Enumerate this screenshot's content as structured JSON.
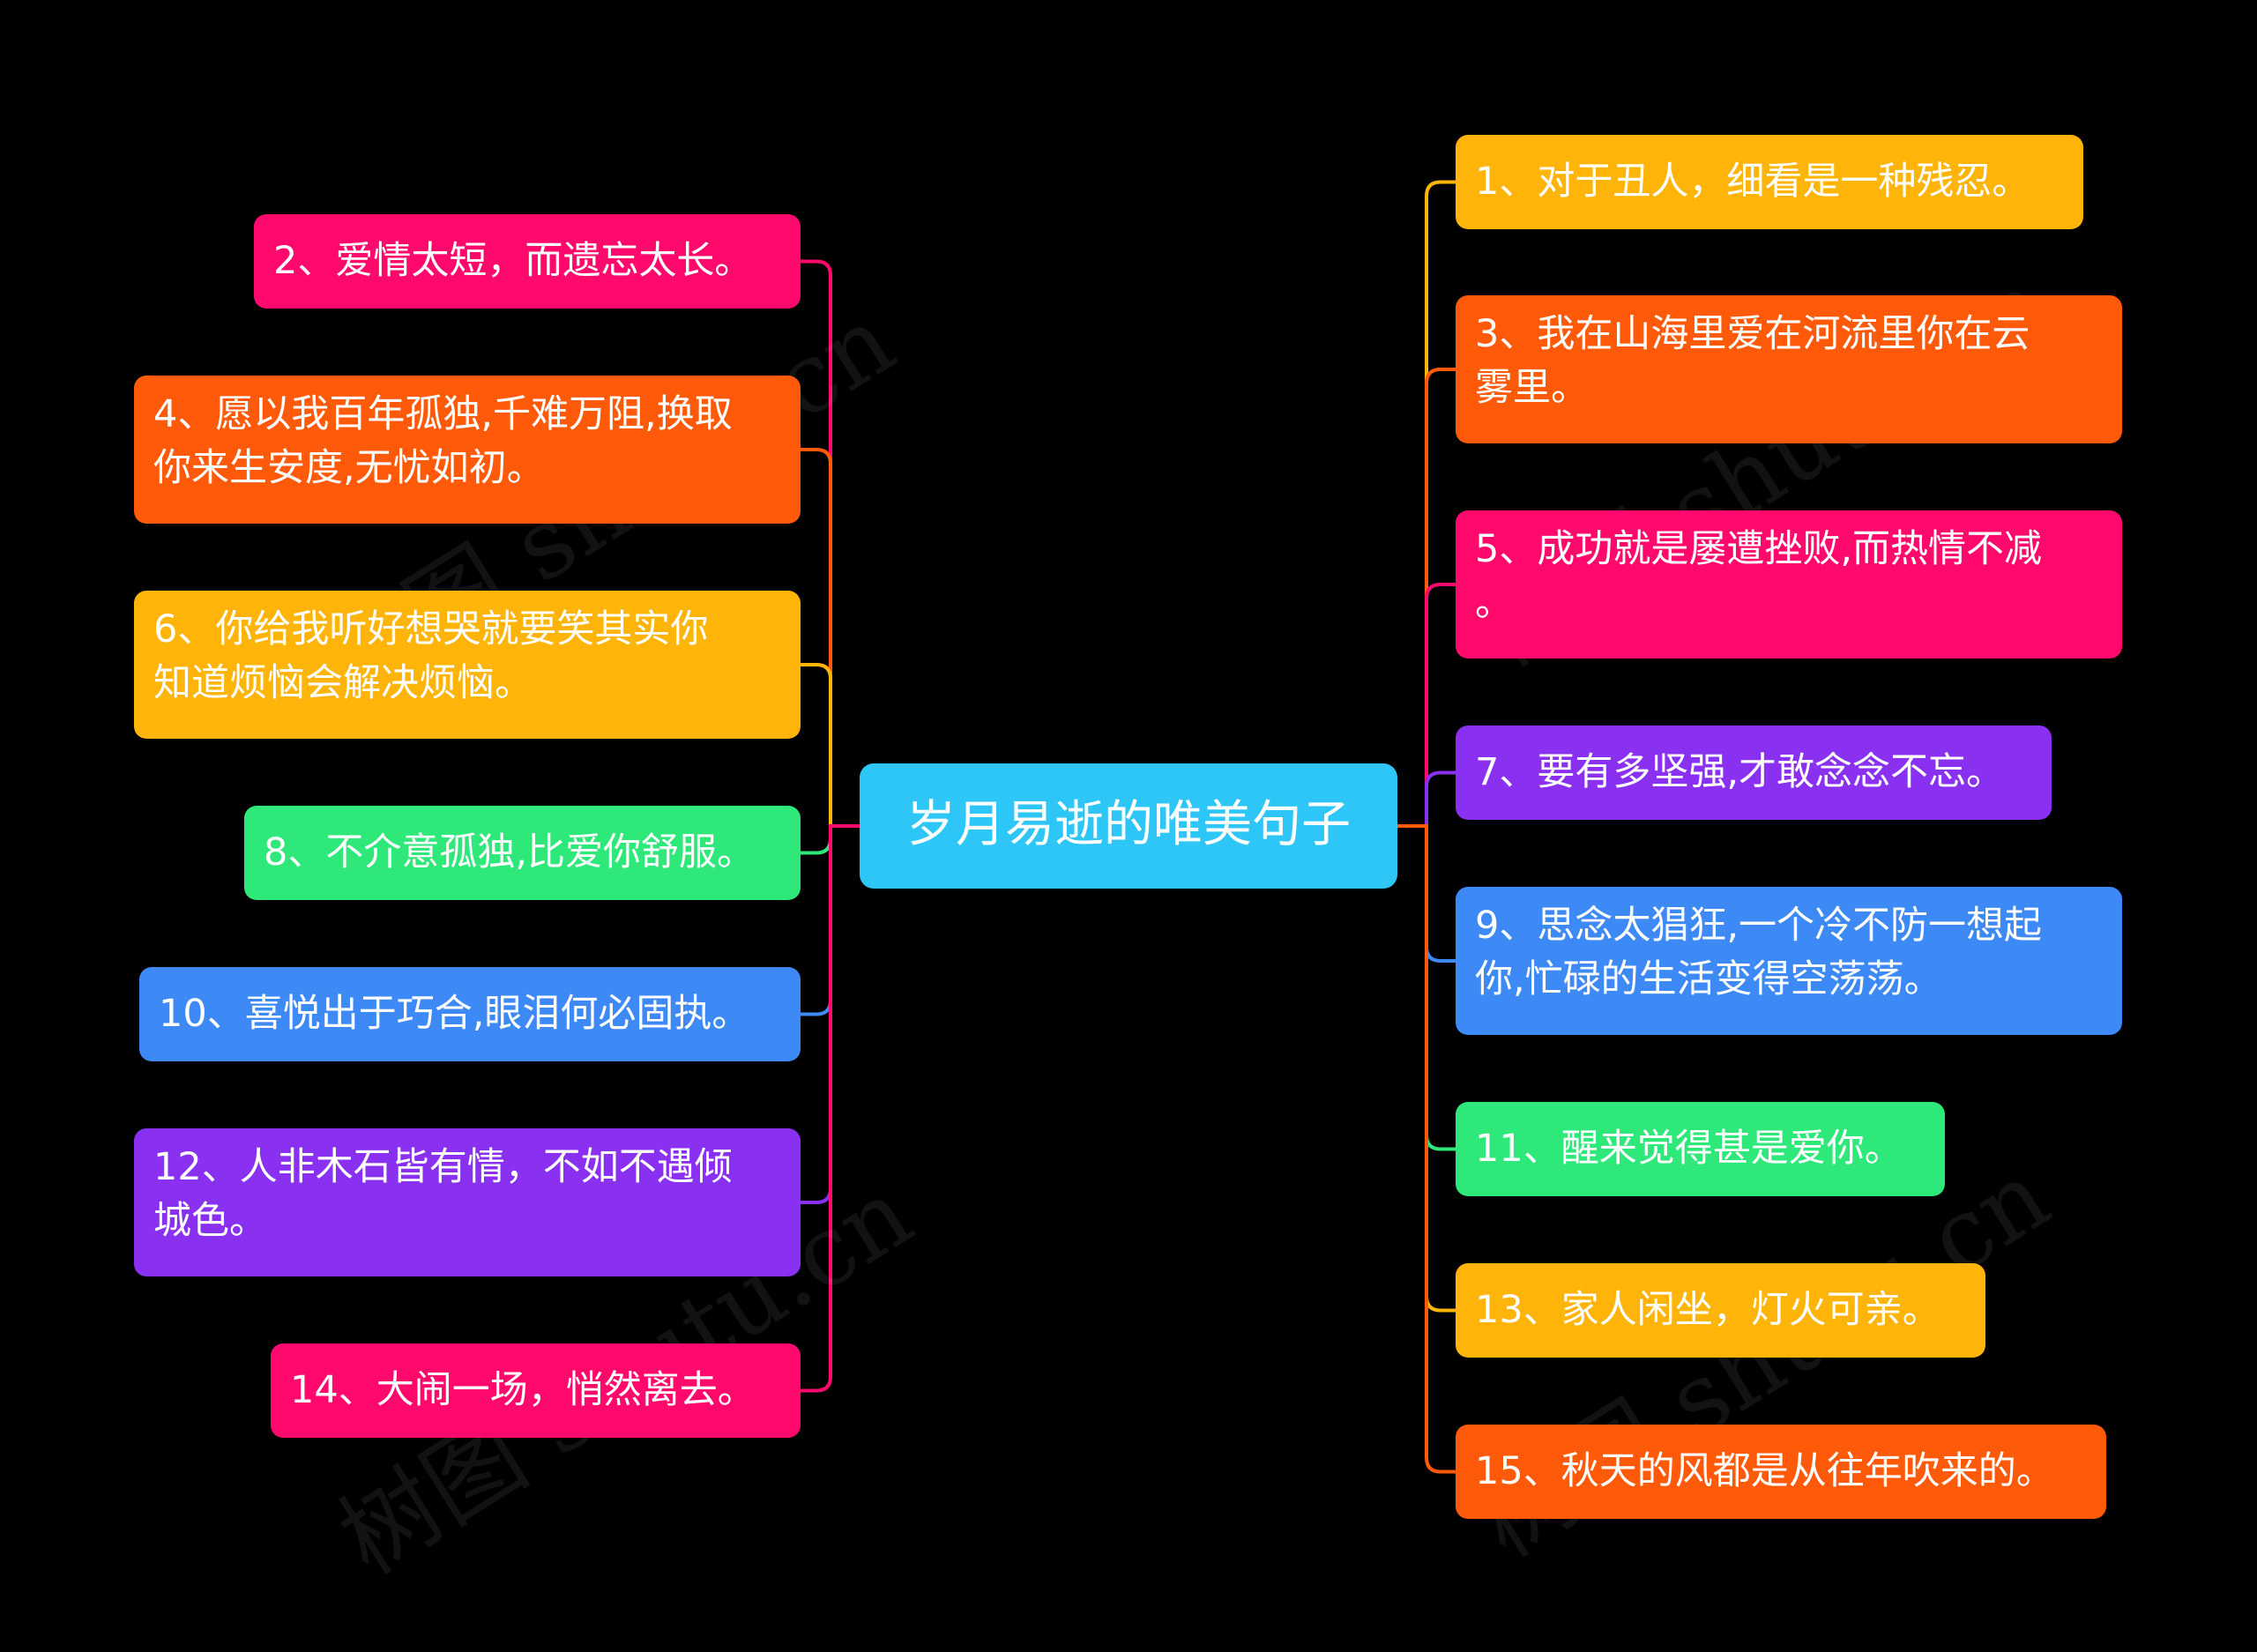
{
  "root": {
    "label": "岁月易逝的唯美句子",
    "color": "#2ec6f7"
  },
  "left_nodes": [
    {
      "label": "2、爱情太短，而遗忘太长。",
      "color": "#ff0a6c"
    },
    {
      "label": "4、愿以我百年孤独,千难万阻,换取你来生安度,无忧如初。",
      "line1": "4、愿以我百年孤独,千难万阻,换取",
      "line2": "你来生安度,无忧如初。",
      "color": "#ff5a0a"
    },
    {
      "label": "6、你给我听好想哭就要笑其实你知道烦恼会解决烦恼。",
      "line1": "6、你给我听好想哭就要笑其实你",
      "line2": "知道烦恼会解决烦恼。",
      "color": "#ffb40a"
    },
    {
      "label": "8、不介意孤独,比爱你舒服。",
      "color": "#2ee87a"
    },
    {
      "label": "10、喜悦出于巧合,眼泪何必固执。",
      "color": "#3d89f5"
    },
    {
      "label": "12、人非木石皆有情，不如不遇倾城色。",
      "line1": "12、人非木石皆有情，不如不遇倾",
      "line2": "城色。",
      "color": "#8a30f0"
    },
    {
      "label": "14、大闹一场，悄然离去。",
      "color": "#ff0a6c"
    }
  ],
  "right_nodes": [
    {
      "label": "1、对于丑人，细看是一种残忍。",
      "color": "#ffb40a"
    },
    {
      "label": "3、我在山海里爱在河流里你在云雾里。",
      "line1": "3、我在山海里爱在河流里你在云",
      "line2": "雾里。",
      "color": "#ff5a0a"
    },
    {
      "label": "5、成功就是屡遭挫败,而热情不减。",
      "line1": "5、成功就是屡遭挫败,而热情不减",
      "line2": "。",
      "color": "#ff0a6c"
    },
    {
      "label": "7、要有多坚强,才敢念念不忘。",
      "color": "#8a30f0"
    },
    {
      "label": "9、思念太猖狂,一个冷不防一想起你,忙碌的生活变得空荡荡。",
      "line1": "9、思念太猖狂,一个冷不防一想起",
      "line2": "你,忙碌的生活变得空荡荡。",
      "color": "#3d89f5"
    },
    {
      "label": "11、醒来觉得甚是爱你。",
      "color": "#2ee87a"
    },
    {
      "label": "13、家人闲坐，灯火可亲。",
      "color": "#ffb40a"
    },
    {
      "label": "15、秋天的风都是从往年吹来的。",
      "color": "#ff5a0a"
    }
  ],
  "watermark": {
    "text": "树图 shutu.cn"
  }
}
